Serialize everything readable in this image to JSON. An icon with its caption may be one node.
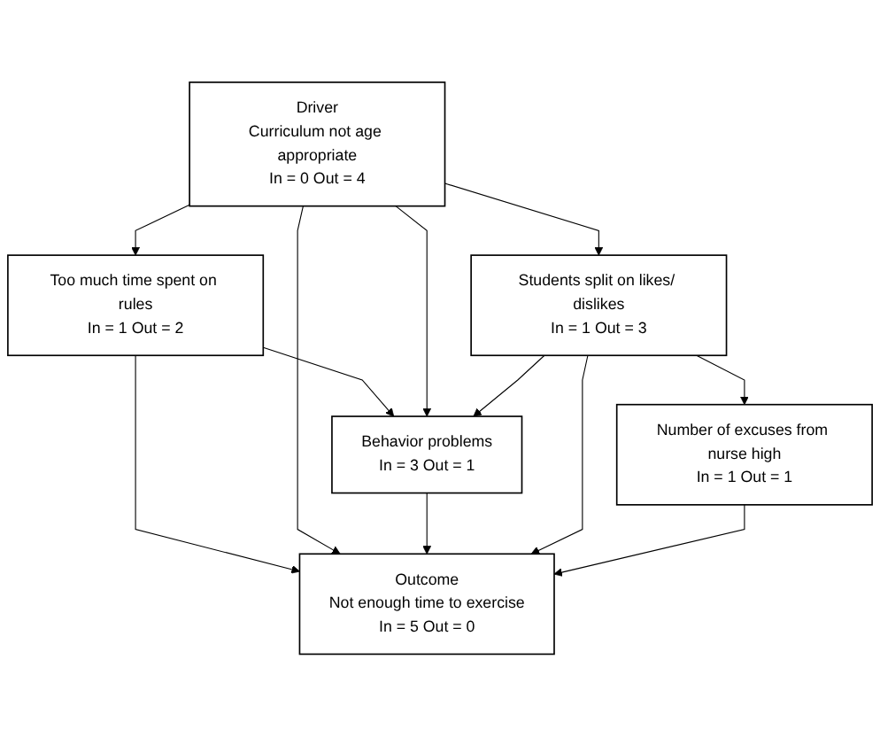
{
  "diagram": {
    "nodes": [
      {
        "text": [
          "Too much time spent on rules",
          "In = 1 Out = 2"
        ]
      },
      {
        "text": [
          "Driver",
          "Curriculum not age appropriate",
          "In = 0 Out = 4"
        ]
      },
      {
        "text": [
          "Outcome",
          "Not enough time to exercise",
          "In = 5 Out = 0"
        ]
      },
      {
        "text": [
          "Behavior problems",
          "In = 3 Out = 1"
        ]
      },
      {
        "text": [
          "Number of excuses from nurse high",
          "In = 1 Out = 1"
        ]
      },
      {
        "text": [
          "Students split on likes/ dislikes",
          "In = 1 Out = 3"
        ]
      }
    ],
    "edges": [
      {
        "from": 1,
        "to": 0,
        "arrow": "to"
      },
      {
        "from": 0,
        "to": 2,
        "arrow": "to"
      },
      {
        "from": 0,
        "to": 3,
        "arrow": "to"
      },
      {
        "from": 1,
        "to": 2,
        "arrow": "to"
      },
      {
        "from": 1,
        "to": 3,
        "arrow": "to"
      },
      {
        "from": 1,
        "to": 5,
        "arrow": "to"
      },
      {
        "from": 3,
        "to": 2,
        "arrow": "to"
      },
      {
        "from": 5,
        "to": 2,
        "arrow": "to"
      },
      {
        "from": 5,
        "to": 4,
        "arrow": "to"
      },
      {
        "from": 5,
        "to": 3,
        "arrow": "to"
      },
      {
        "from": 4,
        "to": 2,
        "arrow": "to"
      }
    ]
  }
}
